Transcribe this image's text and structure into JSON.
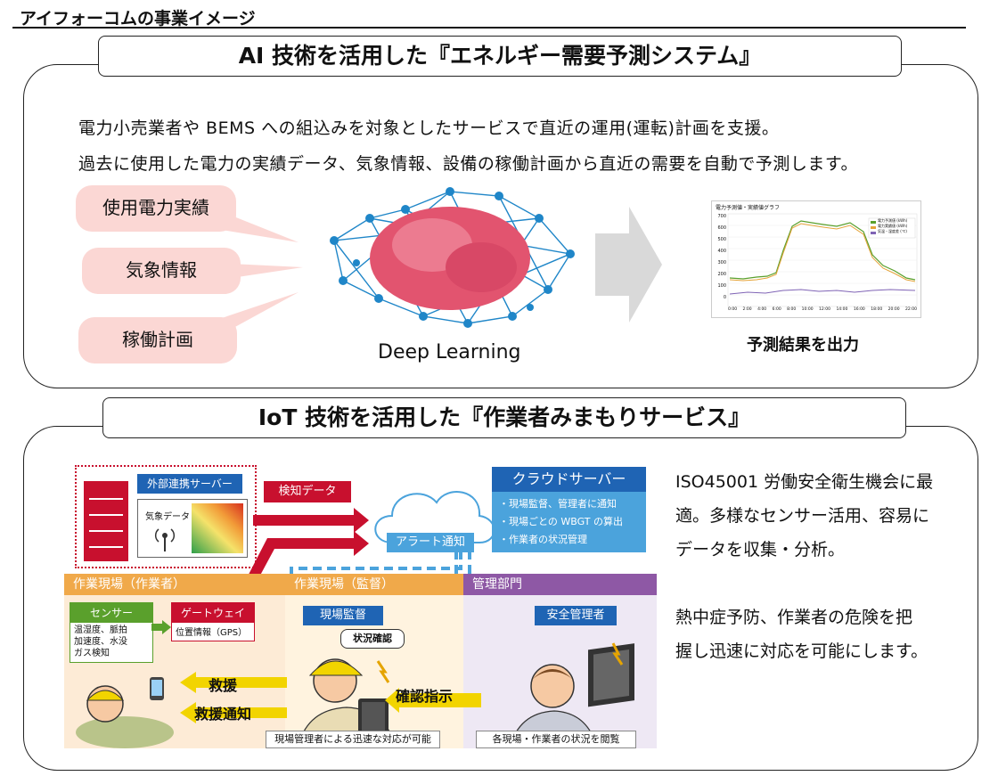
{
  "page_title": "アイフォーコムの事業イメージ",
  "ai_section": {
    "title": "AI 技術を活用した『エネルギー需要予測システム』",
    "desc_line1": "電力小売業者や BEMS への組込みを対象としたサービスで直近の運用(運転)計画を支援。",
    "desc_line2": "過去に使用した電力の実績データ、気象情報、設備の稼働計画から直近の需要を自動で予測します。",
    "inputs": [
      "使用電力実績",
      "気象情報",
      "稼働計画"
    ],
    "brain_label": "Deep Learning",
    "output_label": "予測結果を出力",
    "graph_title": "電力予測値・実績値グラフ",
    "graph_legend": [
      "電力予測値 (kWh)",
      "電力実績値 (kWh)",
      "気温・湿度差 (℃)"
    ],
    "graph_y_ticks": [
      "700",
      "600",
      "500",
      "400",
      "300",
      "200",
      "100",
      "0"
    ],
    "graph_x_ticks": [
      "0:00",
      "2:00",
      "4:00",
      "6:00",
      "8:00",
      "10:00",
      "12:00",
      "14:00",
      "16:00",
      "18:00",
      "20:00",
      "22:00"
    ]
  },
  "iot_section": {
    "title": "IoT 技術を活用した『作業者みまもりサービス』",
    "external_server": "外部連携サーバー",
    "weather_data": "気象データ",
    "detect_data": "検知データ",
    "cloud_title": "クラウドサーバー",
    "cloud_items": [
      "・現場監督、管理者に通知",
      "・現場ごとの WBGT の算出",
      "・作業者の状況管理"
    ],
    "alert": "アラート通知",
    "zone_worker": "作業現場（作業者）",
    "zone_supervisor": "作業現場（監督）",
    "zone_management": "管理部門",
    "sensor": "センサー",
    "sensor_items": [
      "温湿度、脈拍",
      "加速度、水没",
      "ガス検知"
    ],
    "gateway": "ゲートウェイ",
    "gateway_info": "位置情報（GPS）",
    "site_supervisor": "現場監督",
    "status_check": "状況確認",
    "safety_manager": "安全管理者",
    "rescue": "救援",
    "rescue_notice": "救援通知",
    "confirm_order": "確認指示",
    "caption_supervisor": "現場管理者による迅速な対応が可能",
    "caption_manager": "各現場・作業者の状況を閲覧",
    "desc_para1": [
      "ISO45001 労働安全衛生機会に最",
      "適。多様なセンサー活用、容易に",
      "データを収集・分析。"
    ],
    "desc_para2": [
      "熱中症予防、作業者の危険を把",
      "握し迅速に対応を可能にします。"
    ]
  }
}
